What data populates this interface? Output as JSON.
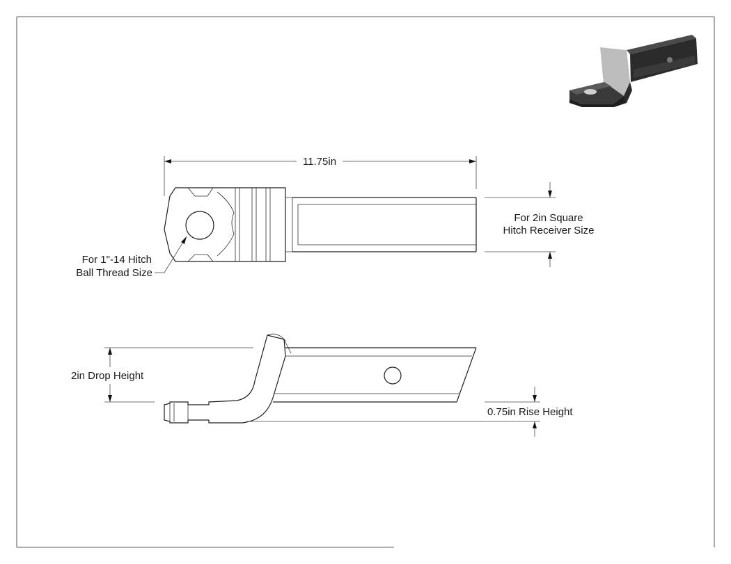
{
  "labels": {
    "overall_length": "11.75in",
    "receiver_size_line1": "For 2in Square",
    "receiver_size_line2": "Hitch Receiver Size",
    "ball_thread_line1": "For 1\"-14 Hitch",
    "ball_thread_line2": "Ball Thread Size",
    "drop_height": "2in Drop Height",
    "rise_height": "0.75in Rise Height"
  },
  "colors": {
    "line": "#1e1e1e",
    "isometric_dark": "#2b2b2b",
    "isometric_mid": "#5a5a5a",
    "isometric_light": "#bdbdbd"
  }
}
